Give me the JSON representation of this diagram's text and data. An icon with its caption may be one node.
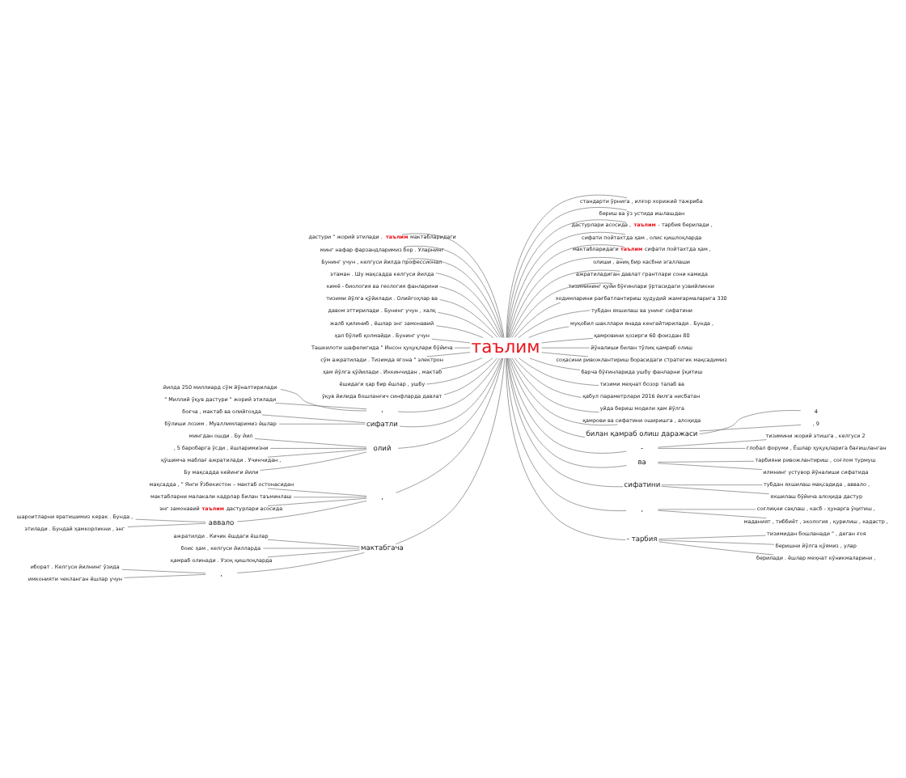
{
  "diagram": {
    "nodes": [
      {
        "text": [
          "таълим"
        ]
      },
      {
        "text": [
          "дастури \" жорий этилади . **таълим** мактабларидаги"
        ]
      },
      {
        "text": [
          "минг нафар фарзандларимиз бор . Уларнинг"
        ]
      },
      {
        "text": [
          "Бунинг учун , келгуси йилда профессионал"
        ]
      },
      {
        "text": [
          "этаман . Шу мақсадда келгуси йилда"
        ]
      },
      {
        "text": [
          "кимё - биология ва геология фанларини"
        ]
      },
      {
        "text": [
          "тизими йўлга қўйилади . Олийгоҳлар ва"
        ]
      },
      {
        "text": [
          "давом эттирилади . Бунинг учун , халқ"
        ]
      },
      {
        "text": [
          "жалб қилиниб , ёшлар энг замонавий"
        ]
      },
      {
        "text": [
          "ҳал бўлиб қолмайди . Бунинг учун"
        ]
      },
      {
        "text": [
          "Ташкилоти шафелигида \" Инсон ҳуқуқлари бўйича"
        ]
      },
      {
        "text": [
          "сўм ажратилади . Тизимда ягона \" электрон"
        ]
      },
      {
        "text": [
          "ҳам йўлга қўйилади . Иккинчидан , мактаб"
        ]
      },
      {
        "text": [
          "ёшидаги ҳар бир ёшлар , ушбу"
        ]
      },
      {
        "text": [
          "ўқув йилида бошланғич синфларда давлат"
        ]
      },
      {
        "text": [
          ","
        ]
      },
      {
        "text": [
          "йилда 250 миллиард сўм йўналтирилади"
        ]
      },
      {
        "text": [
          "\" Миллий ўқув дастури \" жорий этилади"
        ]
      },
      {
        "text": [
          "сифатли"
        ]
      },
      {
        "text": [
          "боғча , мактаб ва олийгоҳда"
        ]
      },
      {
        "text": [
          "бўлиши лозим . Муаллимларимиз ёшлар"
        ]
      },
      {
        "text": [
          "олий"
        ]
      },
      {
        "text": [
          "мингдан ошди . Бу йил"
        ]
      },
      {
        "text": [
          ", 5 баробарга ўсди , ёшларимизни"
        ]
      },
      {
        "text": [
          "қўшимча маблағ ажратилади . Учинчидан ,"
        ]
      },
      {
        "text": [
          "Бу мақсадда кейинги йили"
        ]
      },
      {
        "text": [
          ","
        ]
      },
      {
        "text": [
          "мақсадда , \" Янги Ўзбекистон – мактаб остонасидан"
        ]
      },
      {
        "text": [
          "мактабларни малакали кадрлар билан таъминлаш"
        ]
      },
      {
        "text": [
          "энг замонавий **таълим** дастурлари асосида"
        ]
      },
      {
        "text": [
          "аввало"
        ]
      },
      {
        "text": [
          "шароитларни яратишимиз керак . Бунда ,"
        ]
      },
      {
        "text": [
          "этилади . Бундай ҳамкорликни , энг"
        ]
      },
      {
        "text": [
          "мактабгача"
        ]
      },
      {
        "text": [
          "ажратилди . Кичик ёшдаги ёшлар"
        ]
      },
      {
        "text": [
          "боис ҳам , келгуси йилларда"
        ]
      },
      {
        "text": [
          "қамраб олинади . Узоқ қишлоқларда"
        ]
      },
      {
        "text": [
          ","
        ]
      },
      {
        "text": [
          "иборат . Келгуси йилнинг ўзида"
        ]
      },
      {
        "text": [
          "имконияти чекланган ёшлар учун"
        ]
      },
      {
        "text": [
          "стандарти ўрнига , илғор хорижий тажриба"
        ]
      },
      {
        "text": [
          "бериш ва ўз устида ишлашдан"
        ]
      },
      {
        "text": [
          "дастурлари асосида , **таълим** - тарбия берилади ,"
        ]
      },
      {
        "text": [
          "сифати пойтахтда ҳам , олис қишлоқларда"
        ]
      },
      {
        "text": [
          "мактабларидаги **таълим** сифати пойтахтда ҳам ,"
        ]
      },
      {
        "text": [
          "олиши , аниқ бир касбни эгаллаши"
        ]
      },
      {
        "text": [
          "ажратиладиган давлат грантлари сони камида"
        ]
      },
      {
        "text": [
          "тизимининг қуйи бўғинлари ўртасидаги узвийликни"
        ]
      },
      {
        "text": [
          "ходимларини рағбатлантириш ҳудудий жамғармаларига 330"
        ]
      },
      {
        "text": [
          "тубдан яхшилаш ва унинг сифатини"
        ]
      },
      {
        "text": [
          "муқобил шакллари янада кенгайтирилади . Бунда ,"
        ]
      },
      {
        "text": [
          "қамровини ҳозирги 60 фоиздан 80"
        ]
      },
      {
        "text": [
          "йўналиши билан тўлиқ қамраб олиш"
        ]
      },
      {
        "text": [
          "соҳасини ривожлантириш борасидаги стратегик мақсадимиз"
        ]
      },
      {
        "text": [
          "барча бўғинларида ушбу фанларни ўқитиш"
        ]
      },
      {
        "text": [
          "тизими меҳнат бозор талаб ва"
        ]
      },
      {
        "text": [
          "қабул параметрлари 2016 йилга нисбатан"
        ]
      },
      {
        "text": [
          "уйда бериш модели ҳам йўлга"
        ]
      },
      {
        "text": [
          "қамрови ва сифатини оширишга , алоҳида"
        ]
      },
      {
        "text": [
          "билан қамраб олиш даражаси"
        ]
      },
      {
        "text": [
          "4"
        ]
      },
      {
        "text": [
          ", 9"
        ]
      },
      {
        "text": [
          "-"
        ]
      },
      {
        "text": [
          "тизимини жорий этишга , келгуси 2"
        ]
      },
      {
        "text": [
          "глобал форуми , Ёшлар ҳуқуқларига бағишланган"
        ]
      },
      {
        "text": [
          "ва"
        ]
      },
      {
        "text": [
          "тарбияни ривожлантириш , соғлом турмуш"
        ]
      },
      {
        "text": [
          "илмнинг устувор йўналиши сифатида"
        ]
      },
      {
        "text": [
          "сифатини"
        ]
      },
      {
        "text": [
          "тубдан яхшилаш мақсадида , аввало ,"
        ]
      },
      {
        "text": [
          "яхшилаш бўйича алоҳида дастур"
        ]
      },
      {
        "text": [
          ","
        ]
      },
      {
        "text": [
          "соғлиқни сақлаш , касб - ҳунарга ўқитиш ,"
        ]
      },
      {
        "text": [
          "маданият , тиббиёт , экология , қурилиш , кадастр ,"
        ]
      },
      {
        "text": [
          "- тарбия"
        ]
      },
      {
        "text": [
          "тизимидан бошланади \" , деган ғоя"
        ]
      },
      {
        "text": [
          "беришни йўлга қўямиз , улар"
        ]
      },
      {
        "text": [
          "берилади . ёшлар меҳнат кўникмаларини ,"
        ]
      }
    ],
    "edges": [
      {
        "from": 1,
        "to": 0,
        "arrow": "none"
      },
      {
        "from": 2,
        "to": 0,
        "arrow": "none"
      },
      {
        "from": 3,
        "to": 0,
        "arrow": "none"
      },
      {
        "from": 4,
        "to": 0,
        "arrow": "none"
      },
      {
        "from": 5,
        "to": 0,
        "arrow": "none"
      },
      {
        "from": 6,
        "to": 0,
        "arrow": "none"
      },
      {
        "from": 7,
        "to": 0,
        "arrow": "none"
      },
      {
        "from": 8,
        "to": 0,
        "arrow": "none"
      },
      {
        "from": 9,
        "to": 0,
        "arrow": "none"
      },
      {
        "from": 10,
        "to": 0,
        "arrow": "none"
      },
      {
        "from": 11,
        "to": 0,
        "arrow": "none"
      },
      {
        "from": 12,
        "to": 0,
        "arrow": "none"
      },
      {
        "from": 13,
        "to": 0,
        "arrow": "none"
      },
      {
        "from": 14,
        "to": 0,
        "arrow": "none"
      },
      {
        "from": 15,
        "to": 0,
        "arrow": "none"
      },
      {
        "from": 16,
        "to": 15,
        "arrow": "none"
      },
      {
        "from": 17,
        "to": 15,
        "arrow": "none"
      },
      {
        "from": 18,
        "to": 0,
        "arrow": "none"
      },
      {
        "from": 19,
        "to": 18,
        "arrow": "none"
      },
      {
        "from": 20,
        "to": 18,
        "arrow": "none"
      },
      {
        "from": 21,
        "to": 0,
        "arrow": "none"
      },
      {
        "from": 22,
        "to": 21,
        "arrow": "none"
      },
      {
        "from": 23,
        "to": 21,
        "arrow": "none"
      },
      {
        "from": 24,
        "to": 21,
        "arrow": "none"
      },
      {
        "from": 25,
        "to": 21,
        "arrow": "none"
      },
      {
        "from": 26,
        "to": 0,
        "arrow": "none"
      },
      {
        "from": 27,
        "to": 26,
        "arrow": "none"
      },
      {
        "from": 28,
        "to": 26,
        "arrow": "none"
      },
      {
        "from": 29,
        "to": 26,
        "arrow": "none"
      },
      {
        "from": 30,
        "to": 26,
        "arrow": "none"
      },
      {
        "from": 31,
        "to": 30,
        "arrow": "none"
      },
      {
        "from": 32,
        "to": 30,
        "arrow": "none"
      },
      {
        "from": 33,
        "to": 0,
        "arrow": "none"
      },
      {
        "from": 34,
        "to": 33,
        "arrow": "none"
      },
      {
        "from": 35,
        "to": 33,
        "arrow": "none"
      },
      {
        "from": 36,
        "to": 33,
        "arrow": "none"
      },
      {
        "from": 37,
        "to": 33,
        "arrow": "none"
      },
      {
        "from": 38,
        "to": 37,
        "arrow": "none"
      },
      {
        "from": 39,
        "to": 37,
        "arrow": "none"
      },
      {
        "from": 0,
        "to": 40,
        "arrow": "none"
      },
      {
        "from": 0,
        "to": 41,
        "arrow": "none"
      },
      {
        "from": 0,
        "to": 42,
        "arrow": "none"
      },
      {
        "from": 0,
        "to": 43,
        "arrow": "none"
      },
      {
        "from": 0,
        "to": 44,
        "arrow": "none"
      },
      {
        "from": 0,
        "to": 45,
        "arrow": "none"
      },
      {
        "from": 0,
        "to": 46,
        "arrow": "none"
      },
      {
        "from": 0,
        "to": 47,
        "arrow": "none"
      },
      {
        "from": 0,
        "to": 48,
        "arrow": "none"
      },
      {
        "from": 0,
        "to": 49,
        "arrow": "none"
      },
      {
        "from": 0,
        "to": 50,
        "arrow": "none"
      },
      {
        "from": 0,
        "to": 51,
        "arrow": "none"
      },
      {
        "from": 0,
        "to": 52,
        "arrow": "none"
      },
      {
        "from": 0,
        "to": 53,
        "arrow": "none"
      },
      {
        "from": 0,
        "to": 54,
        "arrow": "none"
      },
      {
        "from": 0,
        "to": 55,
        "arrow": "none"
      },
      {
        "from": 0,
        "to": 56,
        "arrow": "none"
      },
      {
        "from": 0,
        "to": 57,
        "arrow": "none"
      },
      {
        "from": 0,
        "to": 58,
        "arrow": "none"
      },
      {
        "from": 0,
        "to": 59,
        "arrow": "none"
      },
      {
        "from": 59,
        "to": 60,
        "arrow": "none"
      },
      {
        "from": 59,
        "to": 61,
        "arrow": "none"
      },
      {
        "from": 0,
        "to": 62,
        "arrow": "none"
      },
      {
        "from": 62,
        "to": 63,
        "arrow": "none"
      },
      {
        "from": 62,
        "to": 64,
        "arrow": "none"
      },
      {
        "from": 0,
        "to": 65,
        "arrow": "none"
      },
      {
        "from": 65,
        "to": 66,
        "arrow": "none"
      },
      {
        "from": 65,
        "to": 67,
        "arrow": "none"
      },
      {
        "from": 0,
        "to": 68,
        "arrow": "none"
      },
      {
        "from": 68,
        "to": 69,
        "arrow": "none"
      },
      {
        "from": 68,
        "to": 70,
        "arrow": "none"
      },
      {
        "from": 0,
        "to": 71,
        "arrow": "none"
      },
      {
        "from": 71,
        "to": 72,
        "arrow": "none"
      },
      {
        "from": 71,
        "to": 73,
        "arrow": "none"
      },
      {
        "from": 0,
        "to": 74,
        "arrow": "none"
      },
      {
        "from": 74,
        "to": 75,
        "arrow": "none"
      },
      {
        "from": 74,
        "to": 76,
        "arrow": "none"
      },
      {
        "from": 74,
        "to": 77,
        "arrow": "none"
      }
    ]
  }
}
